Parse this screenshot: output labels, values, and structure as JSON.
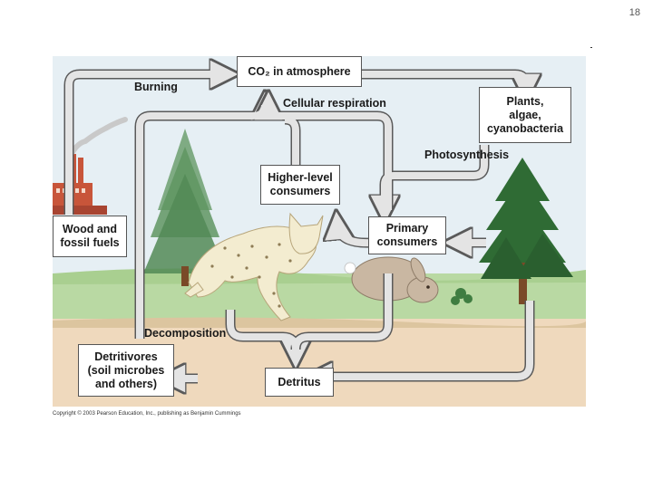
{
  "slide_number": "18",
  "boxes": {
    "co2": "CO₂ in atmosphere",
    "plants": [
      "Plants,",
      "algae,",
      "cyanobacteria"
    ],
    "higher": [
      "Higher-level",
      "consumers"
    ],
    "primary": [
      "Primary",
      "consumers"
    ],
    "wood": [
      "Wood and",
      "fossil fuels"
    ],
    "detritivores": [
      "Detritivores",
      "(soil microbes",
      "and others)"
    ],
    "detritus": "Detritus"
  },
  "labels": {
    "burning": "Burning",
    "respiration": "Cellular respiration",
    "photosynthesis": "Photosynthesis",
    "decomposition": "Decomposition"
  },
  "copyright": "Copyright © 2003 Pearson Education, Inc., publishing as Benjamin Cummings",
  "colors": {
    "sky": "#e6eff4",
    "grass": "#b9d9a3",
    "soil": "#efd9bd",
    "arrow_fill": "#e4e4e4",
    "arrow_stroke": "#5a5a5a",
    "tree": "#2f6b34",
    "trunk": "#7a4a28",
    "factory": "#c8553a"
  },
  "icons": [
    "factory-icon",
    "tree-icon",
    "lynx-icon",
    "rabbit-icon"
  ]
}
